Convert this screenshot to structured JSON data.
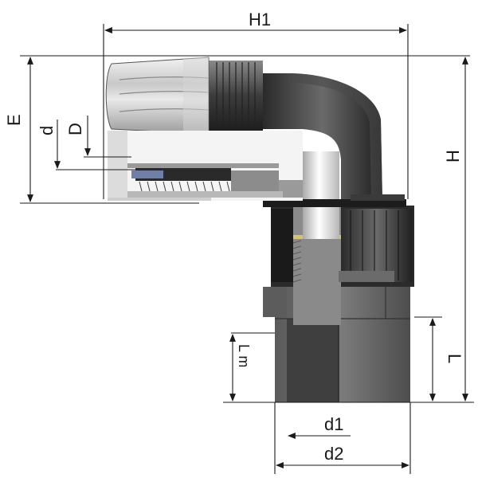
{
  "diagram": {
    "dimension_labels": {
      "H1": "H1",
      "E": "E",
      "d": "d",
      "D": "D",
      "H": "H",
      "L": "L",
      "Lm": "L m",
      "d1": "d1",
      "d2": "d2"
    }
  }
}
